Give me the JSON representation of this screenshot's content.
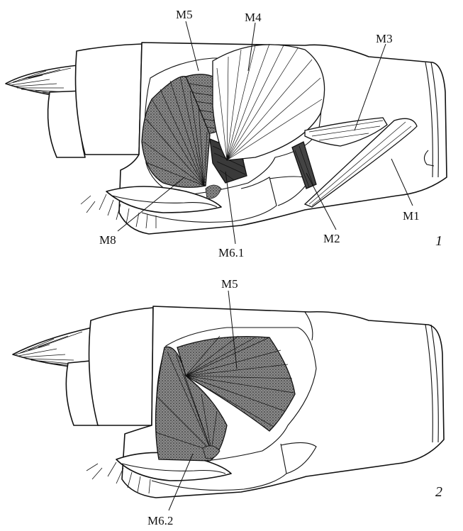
{
  "figures": [
    {
      "number": "1",
      "labels": {
        "m1": "M1",
        "m2": "M2",
        "m3": "M3",
        "m4": "M4",
        "m5": "M5",
        "m6": "M6.1",
        "m8": "M8"
      }
    },
    {
      "number": "2",
      "labels": {
        "m5": "M5",
        "m6": "M6.2"
      }
    }
  ],
  "colors": {
    "ink": "#111111",
    "muscle_dark": "#2a2a2a",
    "muscle_mid": "#6a6a6a",
    "paper": "#ffffff"
  }
}
